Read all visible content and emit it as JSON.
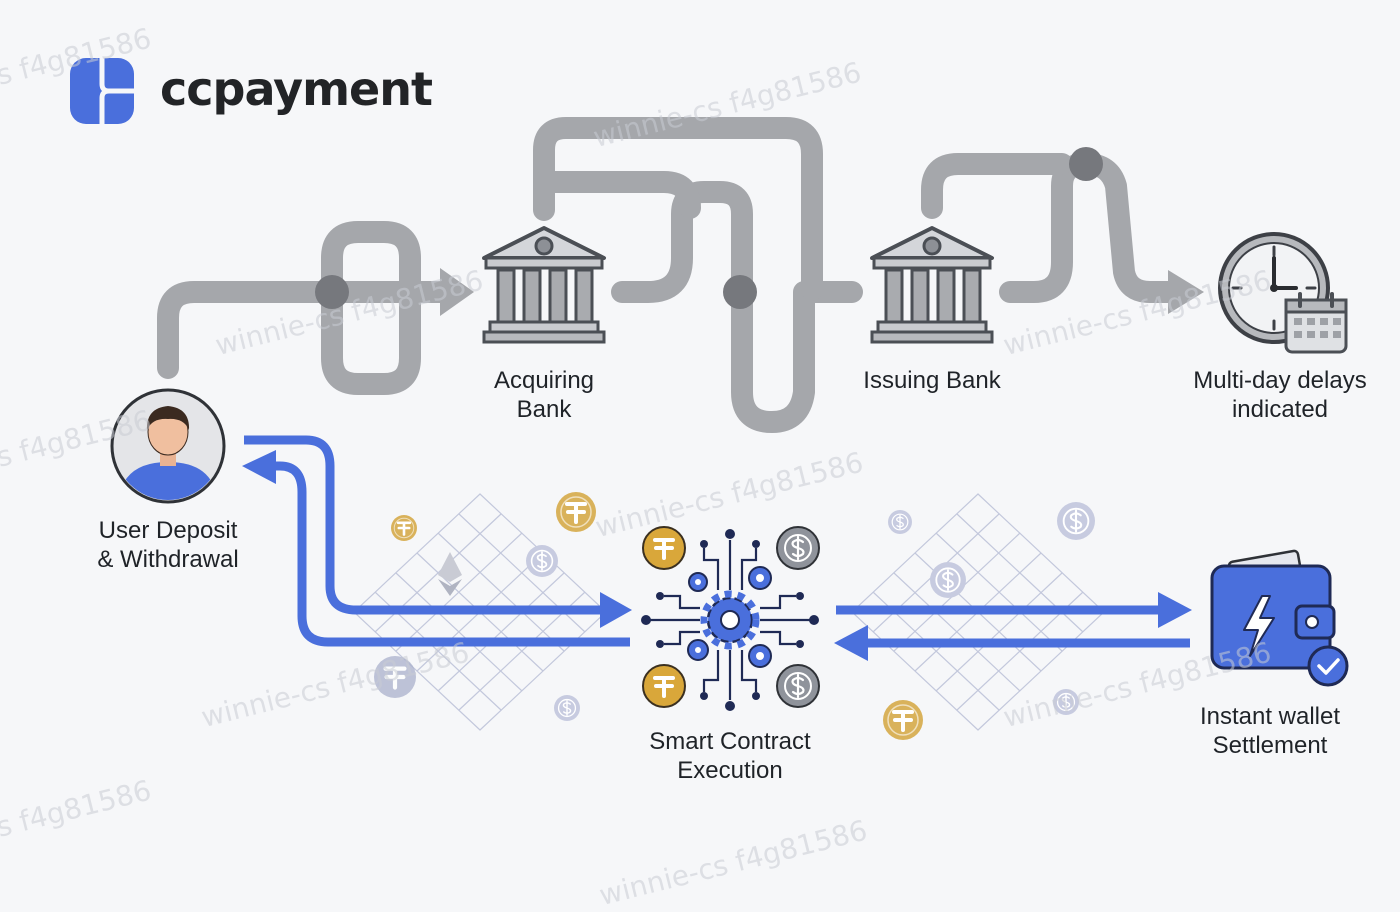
{
  "brand": {
    "name": "ccpayment",
    "color": "#4a6fdc"
  },
  "watermark": "winnie-cs f4g81586",
  "traditional_flow": {
    "acquiring_bank": "Acquiring\nBank",
    "issuing_bank": "Issuing Bank",
    "delays": "Multi-day delays\nindicated"
  },
  "crypto_flow": {
    "user": "User Deposit\n& Withdrawal",
    "smart_contract": "Smart Contract\nExecution",
    "wallet": "Instant wallet\nSettlement"
  },
  "colors": {
    "gray_pipe": "#a5a7ab",
    "blue_arrow": "#4a6fdc",
    "gold_coin": "#d9b25b"
  },
  "icons": [
    "bank-icon",
    "clock-icon",
    "calendar-icon",
    "user-avatar-icon",
    "gear-network-icon",
    "wallet-icon",
    "lightning-icon",
    "check-icon",
    "tether-coin-icon",
    "dollar-coin-icon",
    "ethereum-icon"
  ]
}
